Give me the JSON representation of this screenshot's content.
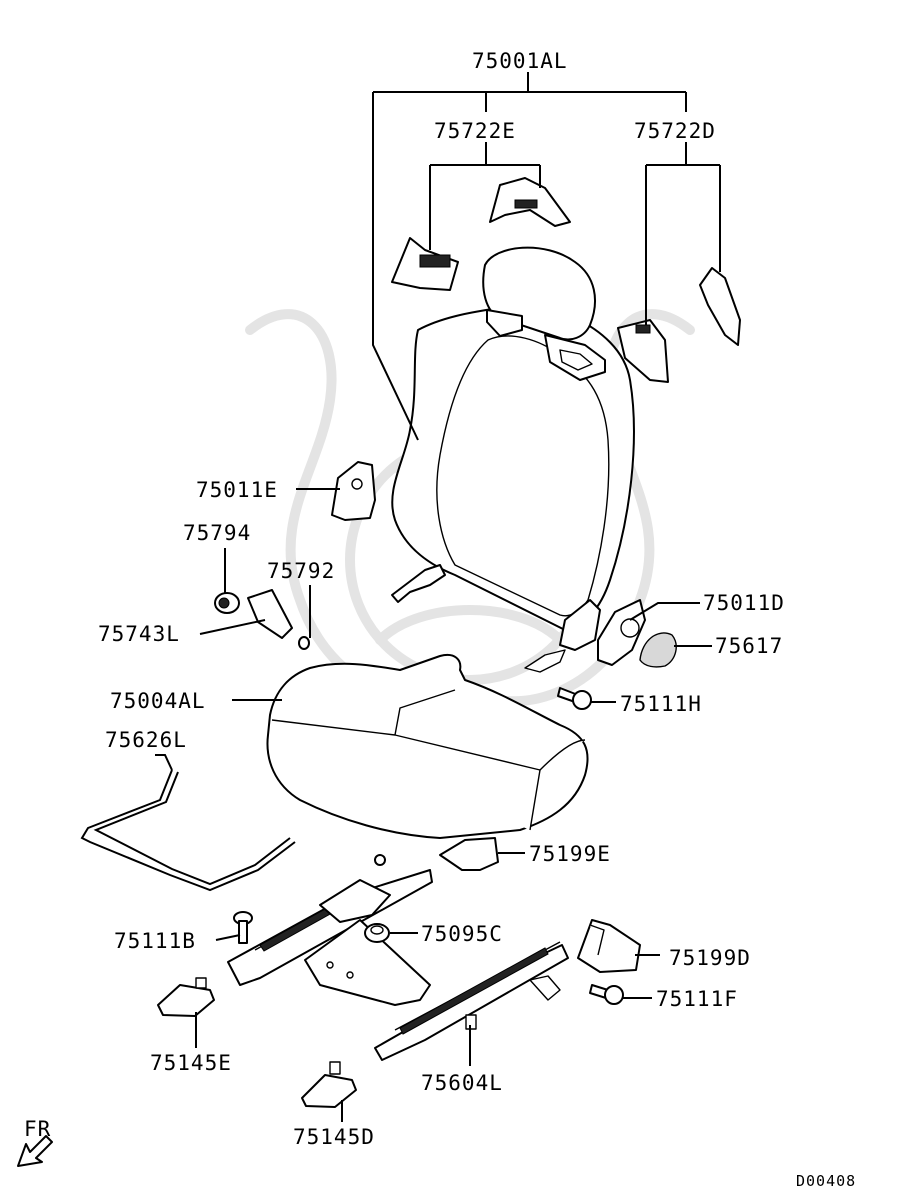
{
  "parts": {
    "p75001AL": "75001AL",
    "p75722E": "75722E",
    "p75722D": "75722D",
    "p75011E": "75011E",
    "p75794": "75794",
    "p75792": "75792",
    "p75743L": "75743L",
    "p75011D": "75011D",
    "p75617": "75617",
    "p75111H": "75111H",
    "p75004AL": "75004AL",
    "p75626L": "75626L",
    "p75199E": "75199E",
    "p75111B": "75111B",
    "p75095C": "75095C",
    "p75199D": "75199D",
    "p75111F": "75111F",
    "p75145E": "75145E",
    "p75604L": "75604L",
    "p75145D": "75145D"
  },
  "direction": "FR",
  "diagram_code": "D00408",
  "icons": {
    "direction_arrow": "front-direction-arrow-icon",
    "watermark": "mitsubishi-watermark-icon"
  }
}
